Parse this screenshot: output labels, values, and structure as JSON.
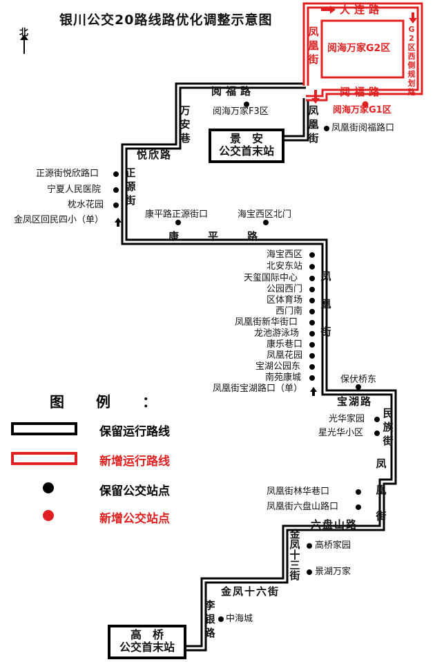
{
  "title": "银川公交20路线路优化调整示意图",
  "north": "北",
  "colors": {
    "kept": "#000000",
    "new": "#e02020"
  },
  "terminals": [
    {
      "line1": "景　安",
      "line2": "公交首末站"
    },
    {
      "line1": "高　桥",
      "line2": "公交首末站"
    }
  ],
  "roads": {
    "dalian": "大连路",
    "yuefu_top": "阅福路",
    "yuefu_red": "阅福路",
    "wanan": "万安巷",
    "yuexin": "悦欣路",
    "zhengyuan": "正源街",
    "kangping": "康平路",
    "fenghuang_mid": "凤凰街",
    "fenghuang_red": "凤凰街",
    "fenghuang_upper": "凤凰街",
    "baohu": "宝湖路",
    "minzu": "民族街",
    "fenghuang_low": "凤凰街",
    "liupanshan": "六盘山路",
    "jinfeng13": "金凤十三街",
    "jinfeng16": "金凤十六街",
    "liyin": "李银路",
    "g2west": "G2区西侧规划路"
  },
  "area": "阅海万家G2区",
  "stops_new": [
    "阅海万家G1区"
  ],
  "stops_kept": [
    "阅海万家F3区",
    "凤凰街阅福路口",
    "正源街悦欣路口",
    "宁夏人民医院",
    "枕水花园",
    "金凤区回民四小（单）",
    "康平路正源街口",
    "海宝西区北门",
    "海宝西区",
    "北安东站",
    "天玺国际中心",
    "公园西门",
    "区体育场",
    "西门南",
    "凤凰街新华街口",
    "龙池游泳场",
    "康乐巷口",
    "凤凰花园",
    "宝湖公园东",
    "南苑康城",
    "凤凰街宝湖路口（单）",
    "保伏桥东",
    "光华家园",
    "星光华小区",
    "凤凰街林华巷口",
    "凤凰街六盘山路口",
    "高桥家园",
    "景湖万家",
    "中海城"
  ],
  "legend": {
    "title": "图例：",
    "items": [
      "保留运行路线",
      "新增运行路线",
      "保留公交站点",
      "新增公交站点"
    ]
  }
}
